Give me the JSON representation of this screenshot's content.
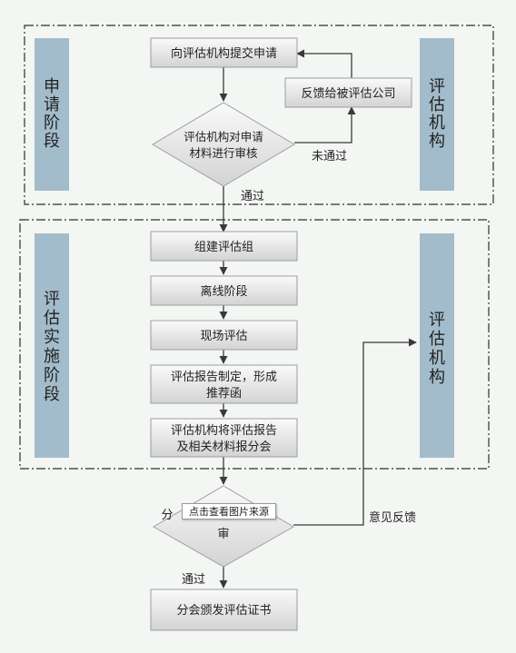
{
  "side_labels": {
    "apply_stage": [
      "申",
      "请",
      "阶",
      "段"
    ],
    "agency_top": [
      "评",
      "估",
      "机",
      "构"
    ],
    "implement_stage": [
      "评",
      "估",
      "实",
      "施",
      "阶",
      "段"
    ],
    "agency_bottom": [
      "评",
      "估",
      "机",
      "构"
    ]
  },
  "nodes": {
    "submit": "向评估机构提交申请",
    "feedback": "反馈给被评估公司",
    "review": [
      "评估机构对申请",
      "材料进行审核"
    ],
    "form_group": "组建评估组",
    "offline": "离线阶段",
    "onsite": "现场评估",
    "report": [
      "评估报告制定，形成",
      "推荐函"
    ],
    "submit_report": [
      "评估机构将评估报告",
      "及相关材料报分会"
    ],
    "branch_review_fragment_left": "分",
    "branch_review_fragment_bottom": "审",
    "certificate": "分会颁发评估证书"
  },
  "edge_labels": {
    "not_passed": "未通过",
    "passed_top": "通过",
    "passed_bottom": "通过",
    "opinion_feedback": "意见反馈"
  },
  "tooltip": "点击查看图片来源",
  "colors": {
    "side_bar": "#a3bccb",
    "box_top": "#f8f8f8",
    "box_bottom": "#d5d5d5",
    "box_stroke": "#9aa0a0",
    "line": "#3a3a3a",
    "dash": "#2f2f2f"
  }
}
